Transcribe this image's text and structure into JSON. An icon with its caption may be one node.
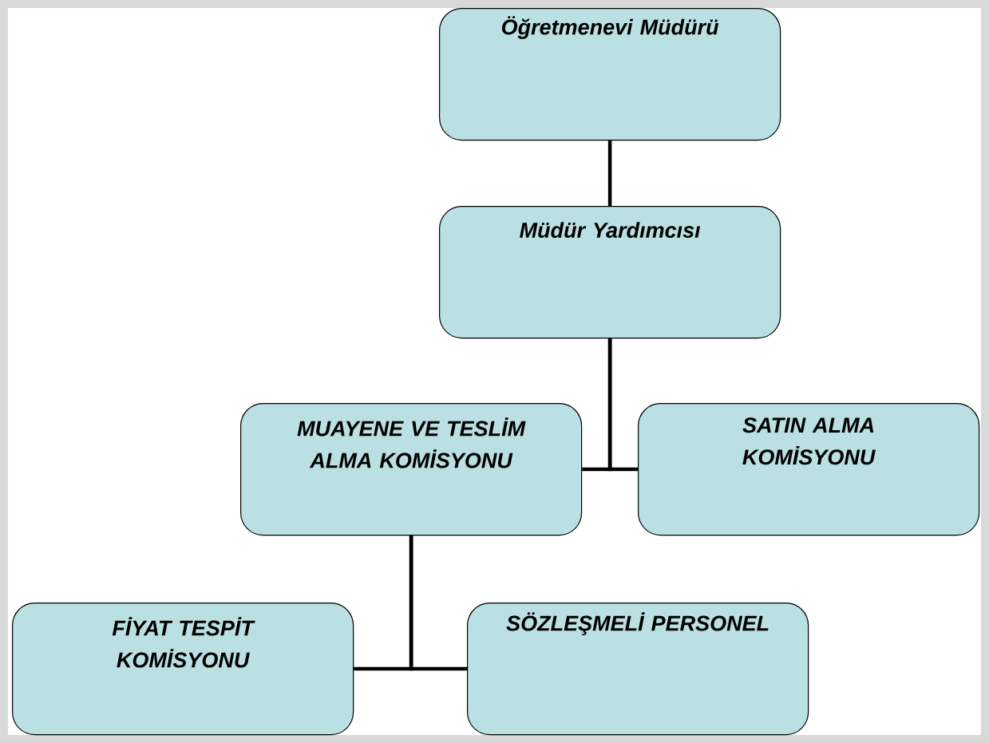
{
  "diagram": {
    "nodes": [
      {
        "text": [
          "Öğretmenevi Müdürü"
        ]
      },
      {
        "text": [
          "Müdür Yardımcısı"
        ]
      },
      {
        "text": [
          "MUAYENE VE TESLİM ALMA KOMİSYONU"
        ]
      },
      {
        "text": [
          "SATIN ALMA KOMİSYONU"
        ]
      },
      {
        "text": [
          "FİYAT TESPİT KOMİSYONU"
        ]
      },
      {
        "text": [
          "SÖZLEŞMELİ PERSONEL"
        ]
      }
    ],
    "edges": [
      {
        "from": 0,
        "to": 1,
        "arrow": "none"
      },
      {
        "from": 1,
        "to": 2,
        "arrow": "none"
      },
      {
        "from": 1,
        "to": 3,
        "arrow": "none"
      },
      {
        "from": 2,
        "to": 4,
        "arrow": "none"
      },
      {
        "from": 2,
        "to": 5,
        "arrow": "none"
      }
    ]
  }
}
